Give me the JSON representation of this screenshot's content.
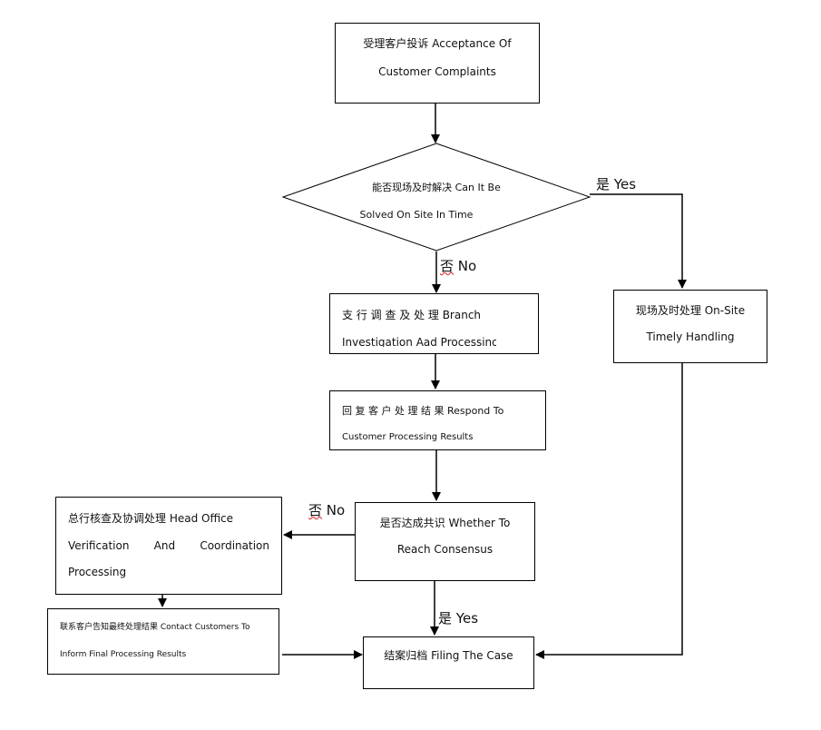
{
  "nodes": {
    "acceptance": {
      "line1": "受理客户投诉 Acceptance Of",
      "line2": "Customer Complaints"
    },
    "decision_on_site": {
      "line1": "能否现场及时解决 Can It Be",
      "line2": "Solved On Site In Time"
    },
    "branch": {
      "line1": "支 行 调 查 及 处 理   Branch",
      "line2": "Investigation Aad Processing"
    },
    "on_site": {
      "line1": "现场及时处理 On-Site",
      "line2": "Timely Handling"
    },
    "respond": {
      "line1": "回 复 客 户 处 理 结 果   Respond   To",
      "line2": "Customer Processing Results"
    },
    "consensus": {
      "line1": "是否达成共识 Whether To",
      "line2": "Reach Consensus"
    },
    "head_office": {
      "line1": "总行核查及协调处理 Head Office",
      "line2": "Verification And Coordination",
      "line3": "Processing"
    },
    "contact": {
      "line1": "联系客户告知最终处理结果 Contact Customers To",
      "line2": "Inform Final Processing Results"
    },
    "filing": {
      "line1": "结案归档 Filing The Case"
    }
  },
  "labels": {
    "yes_1_cn": "是",
    "yes_1_en": "Yes",
    "no_1_cn": "否",
    "no_1_en": "No",
    "no_2_cn": "否",
    "no_2_en": "No",
    "yes_2_cn": "是",
    "yes_2_en": "Yes"
  },
  "colors": {
    "stroke": "#000000",
    "background": "#ffffff",
    "spellcheck_underline": "#e02020"
  }
}
